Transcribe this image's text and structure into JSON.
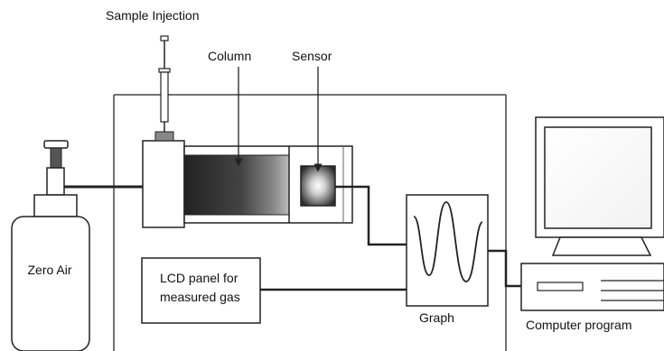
{
  "labels": {
    "sample_injection": "Sample Injection",
    "column": "Column",
    "sensor": "Sensor",
    "zero_air": "Zero Air",
    "lcd_line1": "LCD panel for",
    "lcd_line2": "measured gas",
    "graph": "Graph",
    "computer": "Computer program"
  },
  "colors": {
    "line": "#222222",
    "frame": "#444444",
    "sensor_fill": "#3a3a3a",
    "column_fill": "#555555"
  }
}
